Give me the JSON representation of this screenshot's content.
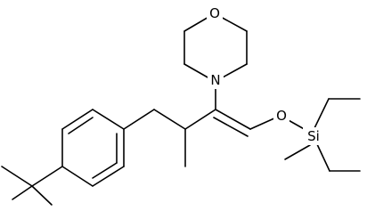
{
  "molecule": {
    "atoms": {
      "O_morpholine": "O",
      "N_morpholine": "N",
      "O_enol": "O",
      "Si": "Si"
    }
  }
}
